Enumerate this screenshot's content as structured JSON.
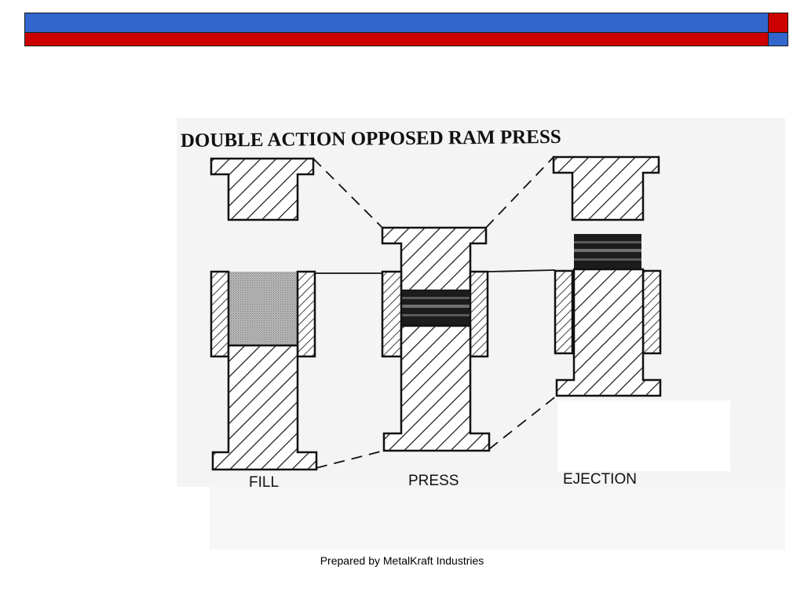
{
  "colors": {
    "header_blue": "#3366cc",
    "header_red": "#cc0000"
  },
  "figure": {
    "title": "DOUBLE ACTION OPPOSED RAM PRESS",
    "stages": [
      {
        "label": "FILL"
      },
      {
        "label": "PRESS"
      },
      {
        "label": "EJECTION"
      }
    ]
  },
  "footer": {
    "text": "Prepared by MetalKraft Industries"
  }
}
